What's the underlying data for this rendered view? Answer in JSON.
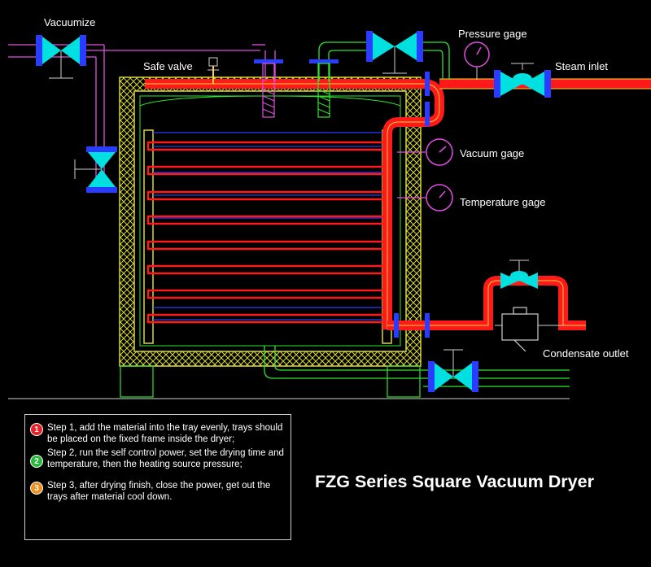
{
  "labels": {
    "vacuumize": "Vacuumize",
    "safe_valve": "Safe valve",
    "pressure_gage": "Pressure gage",
    "steam_inlet": "Steam inlet",
    "vacuum_gage": "Vacuum gage",
    "temperature_gage": "Temperature gage",
    "condensate_outlet": "Condensate outlet"
  },
  "steps": [
    {
      "num": "1",
      "color": "#e8202a",
      "text": "Step 1, add the material into the tray evenly, trays should be placed on the fixed frame inside the dryer;"
    },
    {
      "num": "2",
      "color": "#28b83c",
      "text": "Step 2, run the self control power, set the drying time and temperature, then the heating source pressure;"
    },
    {
      "num": "3",
      "color": "#f0901e",
      "text": "Step 3, after drying finish, close the power, get out the trays after material cool down."
    }
  ],
  "title": "FZG Series Square Vacuum Dryer",
  "colors": {
    "steam_pipe": "#ff1a1a",
    "insulation": "#d9d93a",
    "frame": "#2ee62e",
    "tray": "#2a3cff",
    "vacuum_pipe": "#e050e0",
    "valve": "#00e0e0"
  }
}
